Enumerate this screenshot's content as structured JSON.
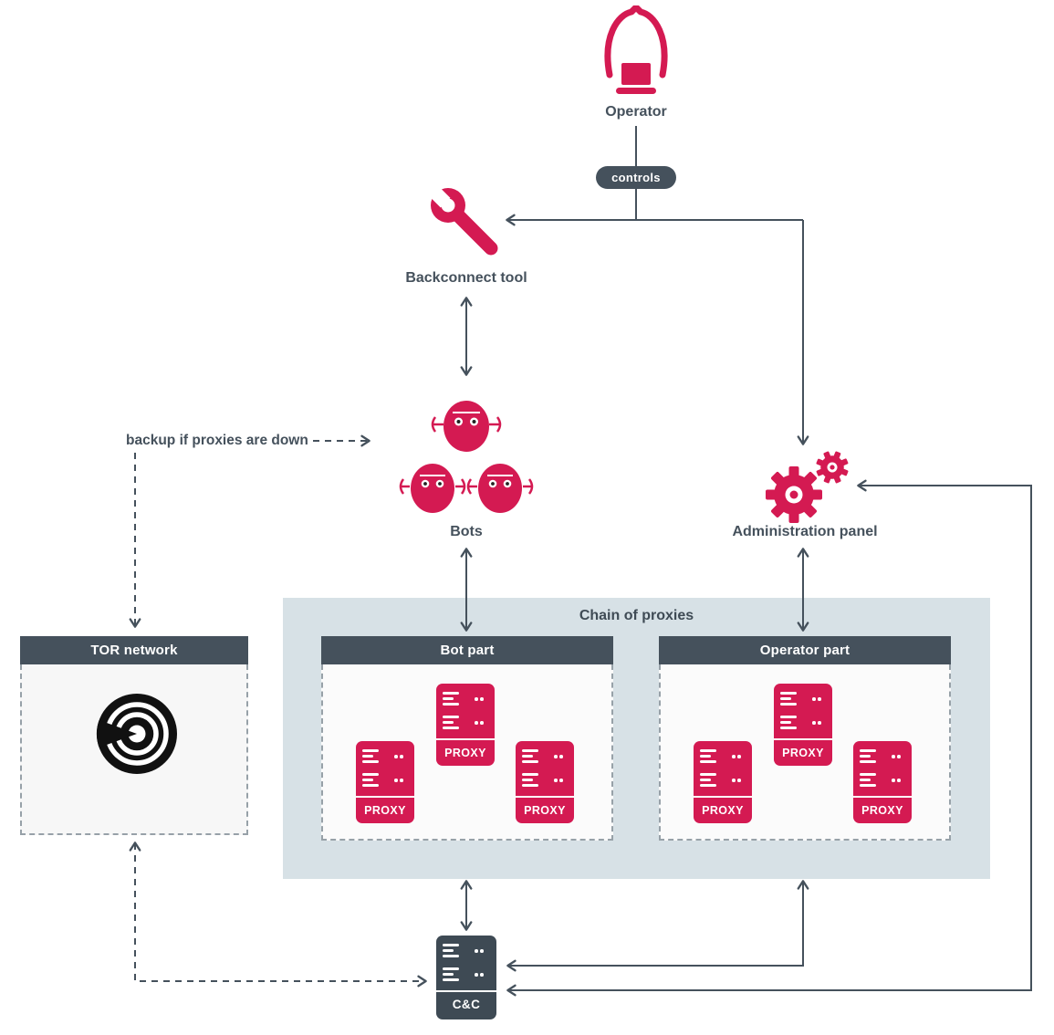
{
  "colors": {
    "accent": "#d41a52",
    "dark_slate": "#45515c",
    "panel_bg": "#d7e1e6",
    "box_bg": "#f7f7f7",
    "tor_logo": "#111111"
  },
  "operator": {
    "label": "Operator",
    "controls_label": "controls"
  },
  "backconnect": {
    "label": "Backconnect tool"
  },
  "bots": {
    "label": "Bots"
  },
  "admin": {
    "label": "Administration panel"
  },
  "notes": {
    "backup": "backup if proxies are down"
  },
  "chain": {
    "title": "Chain of proxies",
    "proxy_label": "PROXY",
    "bot_part": {
      "title": "Bot part"
    },
    "operator_part": {
      "title": "Operator part"
    }
  },
  "tor": {
    "title": "TOR network"
  },
  "cnc": {
    "label": "C&C"
  }
}
